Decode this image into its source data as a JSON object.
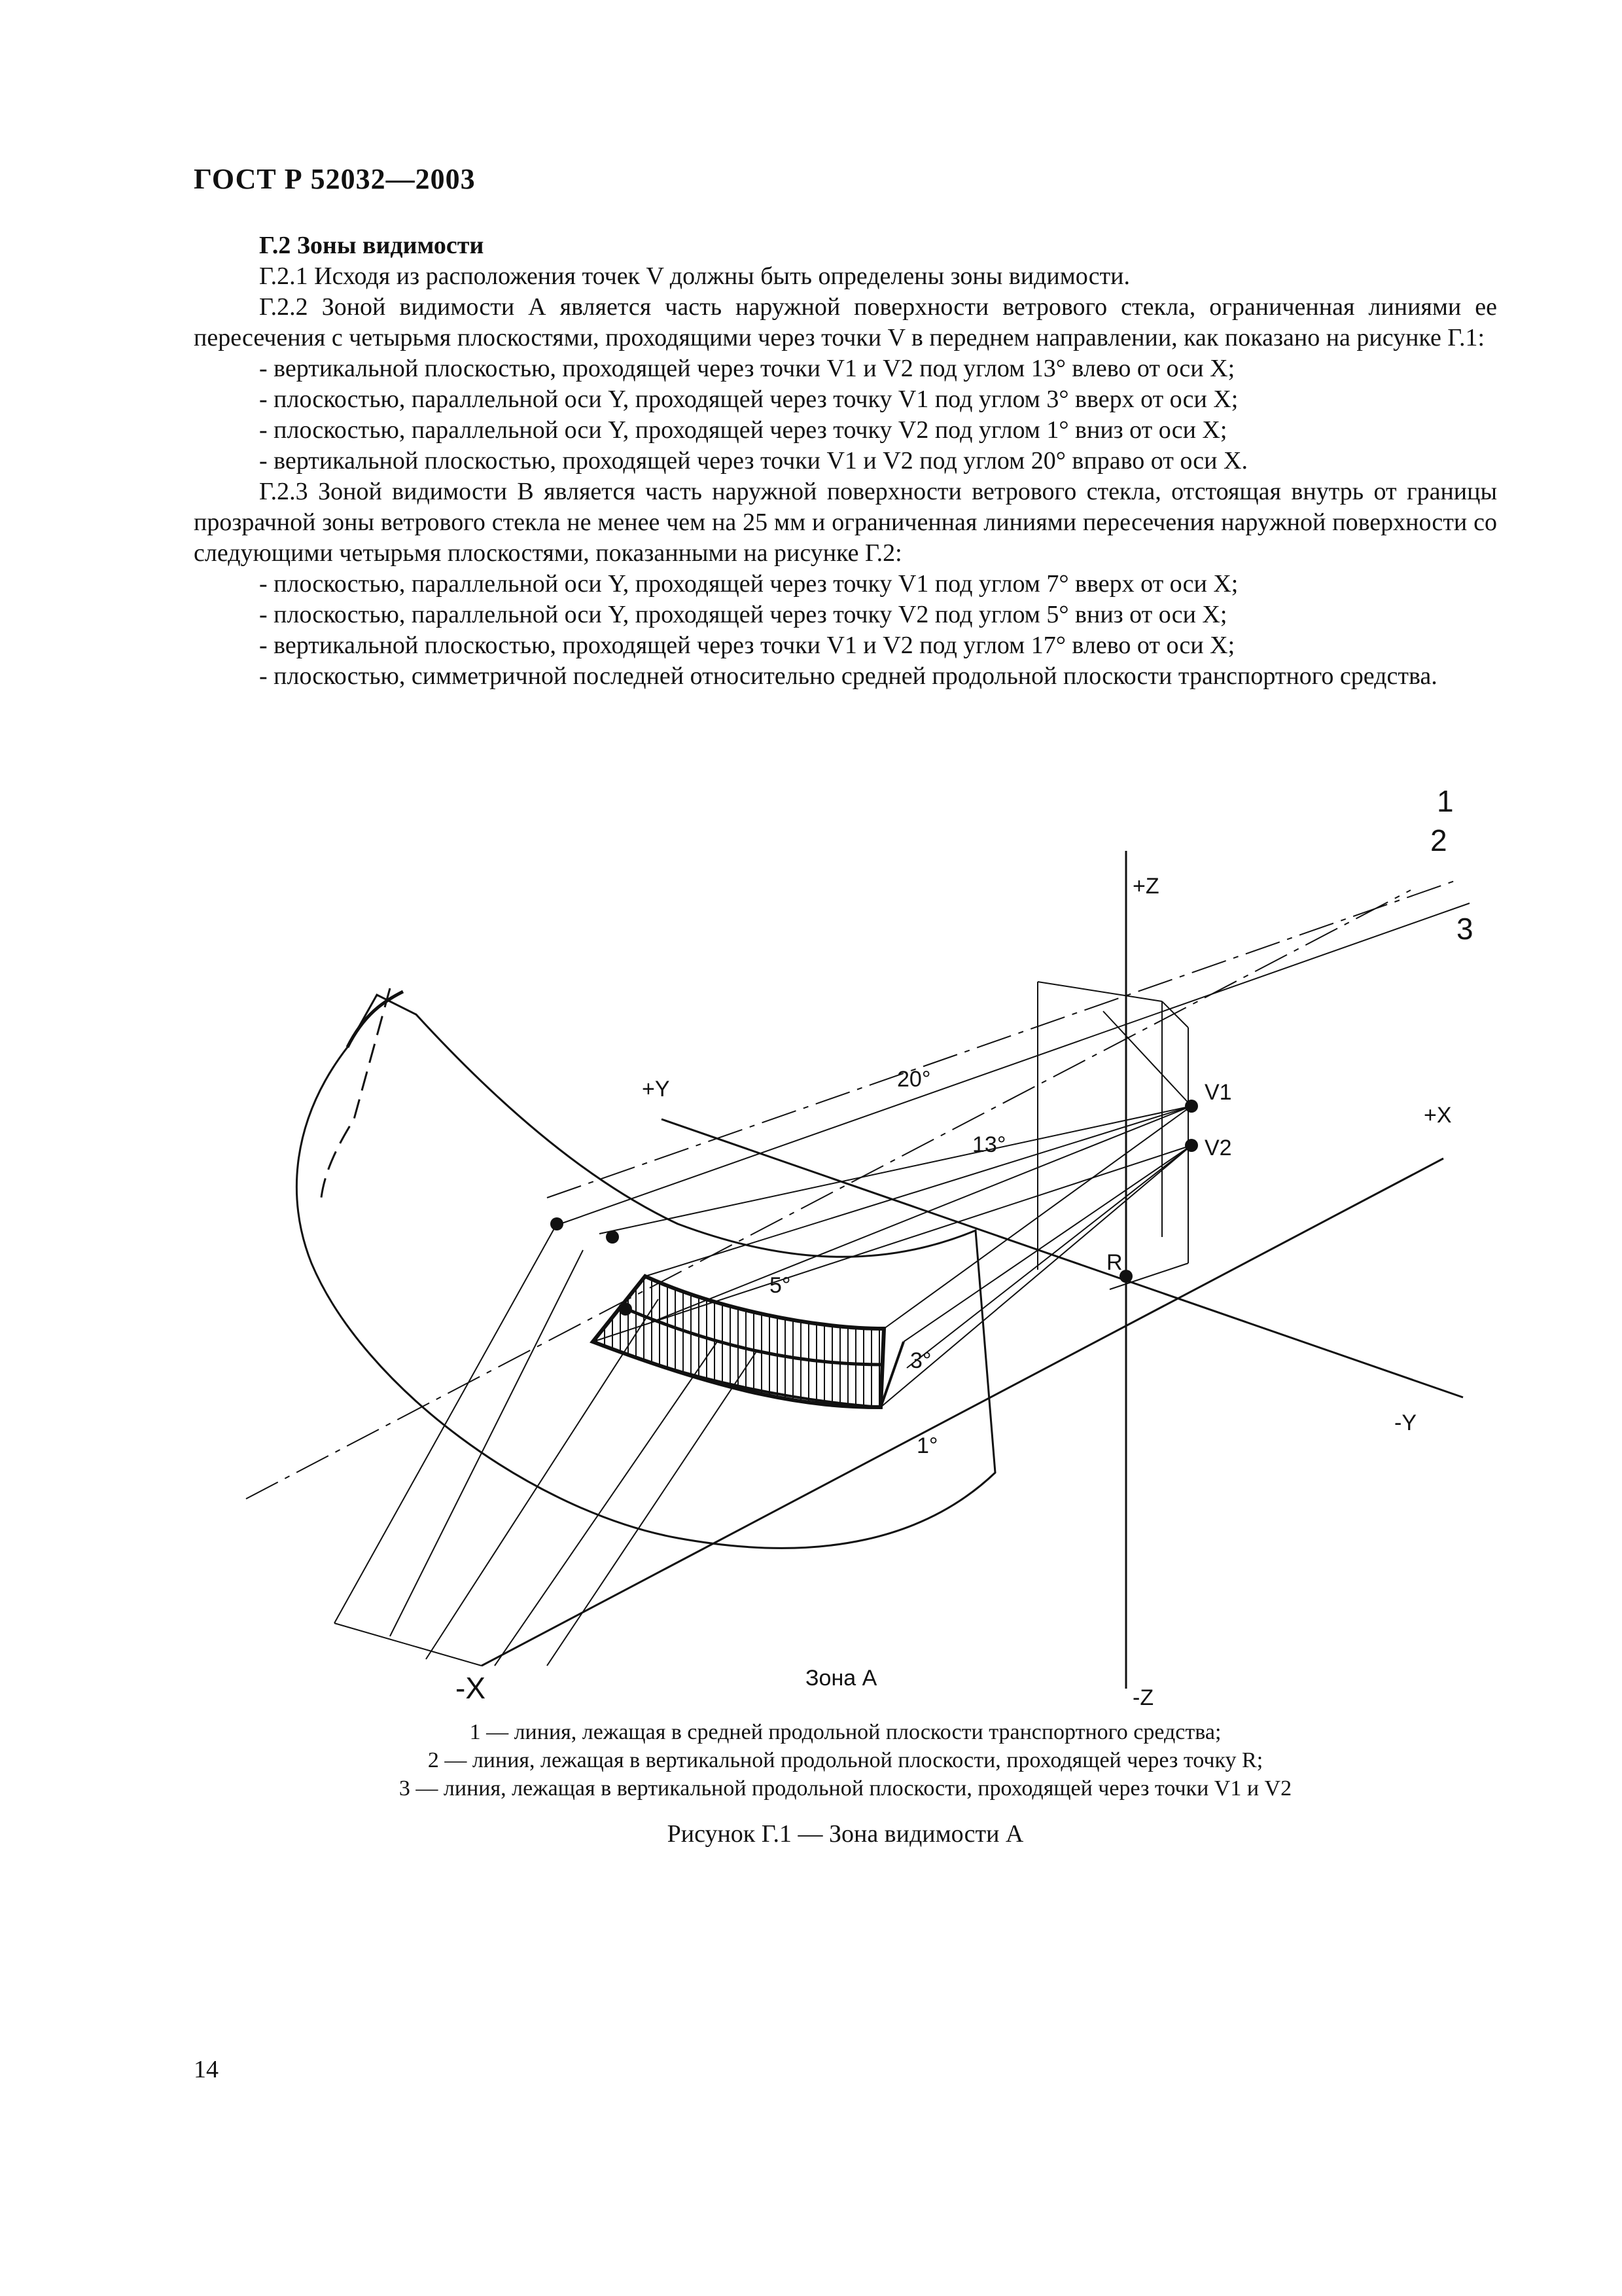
{
  "header": {
    "standard": "ГОСТ Р 52032—2003"
  },
  "section": {
    "heading": "Г.2 Зоны видимости",
    "p1": "Г.2.1 Исходя из расположения точек V должны быть определены зоны видимости.",
    "p2": "Г.2.2 Зоной видимости А является часть наружной поверхности ветрового стекла, ограниченная линиями ее пересечения с четырьмя плоскостями, проходящими через точки V в переднем направлении, как показано на рисунке Г.1:",
    "list_a": [
      "- вертикальной плоскостью, проходящей через точки V1 и V2 под углом 13° влево от оси X;",
      "- плоскостью, параллельной оси Y, проходящей через точку V1 под углом 3° вверх от оси X;",
      "- плоскостью, параллельной оси Y, проходящей через точку V2 под углом 1° вниз от оси X;",
      "- вертикальной плоскостью, проходящей через точки V1 и V2 под углом 20° вправо от оси X."
    ],
    "p3": "Г.2.3 Зоной видимости B является часть наружной поверхности ветрового стекла, отстоящая внутрь от границы прозрачной зоны ветрового стекла не менее чем на 25 мм и ограниченная линиями пересечения наружной поверхности со следующими четырьмя плоскостями, показанными на рисунке Г.2:",
    "list_b": [
      "- плоскостью, параллельной оси Y, проходящей через точку V1 под углом 7° вверх от оси X;",
      "- плоскостью, параллельной оси Y, проходящей через точку V2 под углом 5° вниз от оси X;",
      "- вертикальной плоскостью, проходящей через точки V1 и V2 под углом 17° влево от оси X;",
      "- плоскостью, симметричной последней относительно средней продольной плоскости транспортного средства."
    ]
  },
  "figure": {
    "labels": {
      "one": "1",
      "two": "2",
      "three": "3",
      "plus_z": "+Z",
      "minus_z": "-Z",
      "plus_y": "+Y",
      "minus_y": "-Y",
      "plus_x": "+X",
      "minus_x": "-X",
      "v1": "V1",
      "v2": "V2",
      "r": "R",
      "a20": "20°",
      "a13": "13°",
      "a5": "5°",
      "a3": "3°",
      "a1": "1°",
      "zone": "Зона А"
    },
    "legend": [
      "1 — линия, лежащая в средней продольной плоскости транспортного средства;",
      "2 — линия, лежащая в вертикальной продольной плоскости, проходящей через точку R;",
      "3 — линия, лежащая в вертикальной продольной плоскости, проходящей через точки V1 и V2"
    ],
    "caption": "Рисунок Г.1 — Зона видимости А"
  },
  "footer": {
    "page_number": "14"
  }
}
